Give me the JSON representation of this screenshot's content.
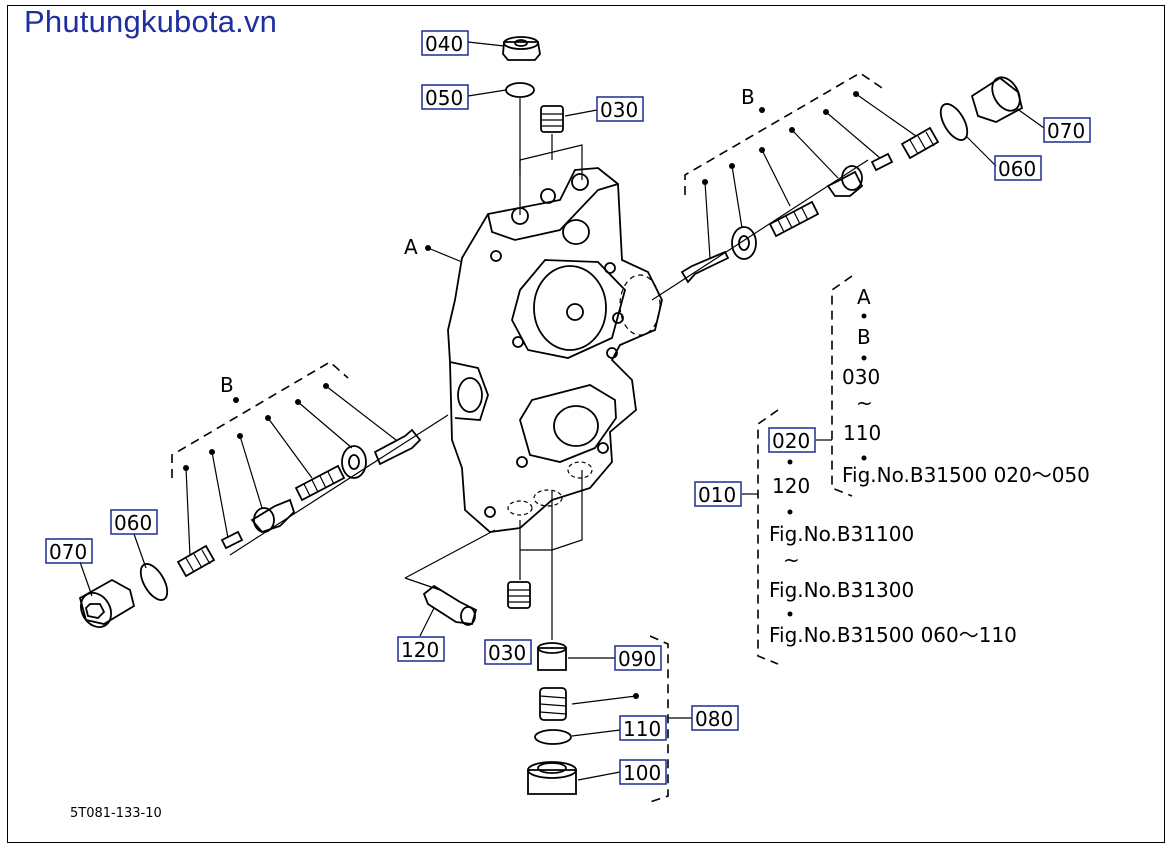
{
  "brand": "Phutungkubota.vn",
  "drawing_code": "5T081-133-10",
  "part_numbers": {
    "p040": "040",
    "p050": "050",
    "p030_top": "030",
    "p070_right": "070",
    "p060_right": "060",
    "p070_left": "070",
    "p060_left": "060",
    "p120": "120",
    "p030_bottom": "030",
    "p090": "090",
    "p110": "110",
    "p100": "100",
    "p080": "080",
    "p010": "010",
    "p020": "020"
  },
  "letters": {
    "A": "A",
    "B_right": "B",
    "B_left": "B"
  },
  "legend_inner": {
    "l1": "A",
    "l2": "B",
    "l3": "030",
    "l4": "~",
    "l5": "110",
    "l6": "Fig.No.B31500  020～050"
  },
  "legend_outer": {
    "l1": "120",
    "l2": "Fig.No.B31100",
    "l3": "~",
    "l4": "Fig.No.B31300",
    "l5": "Fig.No.B31500  060～110"
  }
}
